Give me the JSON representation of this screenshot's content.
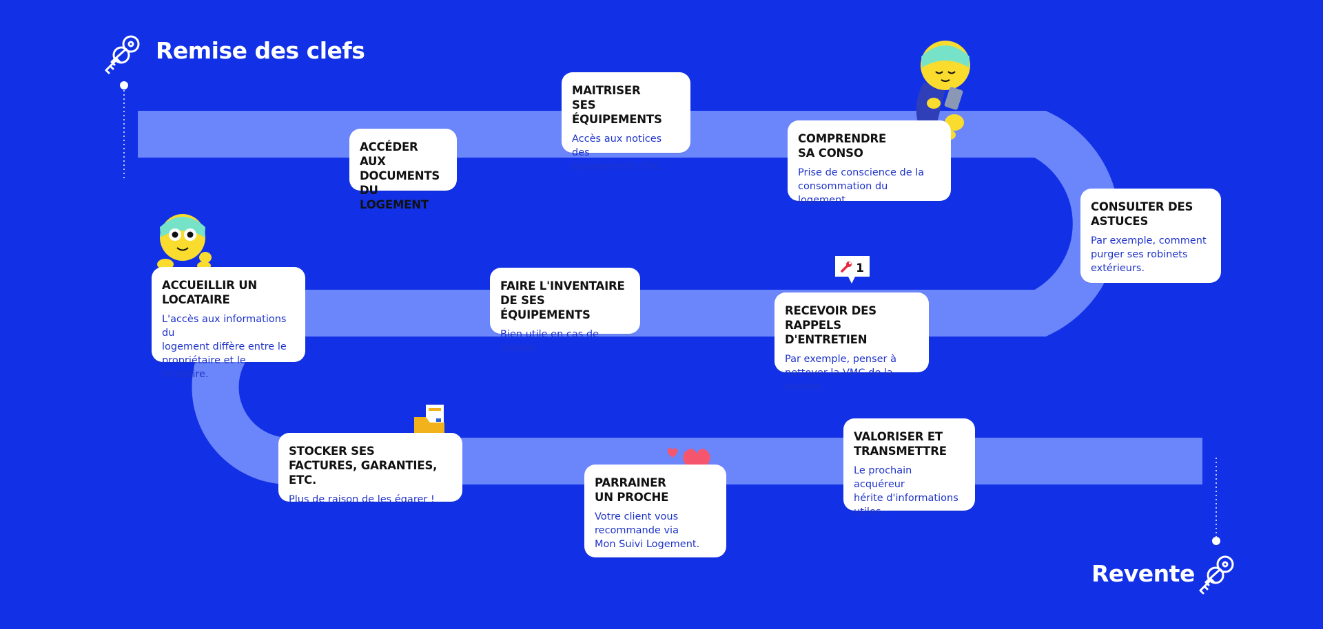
{
  "start": {
    "label": "Remise des clefs",
    "icon": "keys-icon"
  },
  "end": {
    "label": "Revente",
    "icon": "keys-icon"
  },
  "colors": {
    "background": "#1231e6",
    "road": "#6b86fb",
    "card": "#ffffff",
    "title": "#111111",
    "text": "#1f33c9",
    "mascot": "#f9dc2e",
    "headband": "#76e3c9"
  },
  "steps": [
    {
      "title": "ACCÉDER AUX\nDOCUMENTS\nDU LOGEMENT",
      "text": ""
    },
    {
      "title": "MAITRISER\nSES ÉQUIPEMENTS",
      "text": "Accès aux notices des\néquipements CVC."
    },
    {
      "title": "COMPRENDRE\nSA CONSO",
      "text": "Prise de conscience de la\nconsommation du logement."
    },
    {
      "title": "CONSULTER DES\nASTUCES",
      "text": "Par exemple, comment\npurger ses robinets\nextérieurs."
    },
    {
      "title": "RECEVOIR DES\nRAPPELS D'ENTRETIEN",
      "text": "Par exemple, penser à\nnettoyer la VMC de la cuisine."
    },
    {
      "title": "FAIRE L'INVENTAIRE\nDE SES ÉQUIPEMENTS",
      "text": "Bien utile en cas de sinistre."
    },
    {
      "title": "ACCUEILLIR UN\nLOCATAIRE",
      "text": "L'accès aux informations du\nlogement diffère entre le\npropriétaire et le locataire."
    },
    {
      "title": "STOCKER SES\nFACTURES, GARANTIES, ETC.",
      "text": "Plus de raison de les égarer !"
    },
    {
      "title": "PARRAINER\nUN PROCHE",
      "text": "Votre client vous\nrecommande via\nMon Suivi Logement."
    },
    {
      "title": "VALORISER ET\nTRANSMETTRE",
      "text": "Le prochain acquéreur\nhérite d'informations\nutiles."
    }
  ],
  "notification": {
    "count": "1",
    "icon": "wrench-icon"
  },
  "decorations": {
    "folder": "folder-icon",
    "hearts": "heart-icon",
    "mascot_reading": "mascot-reading-icon",
    "mascot_waving": "mascot-waving-icon"
  }
}
